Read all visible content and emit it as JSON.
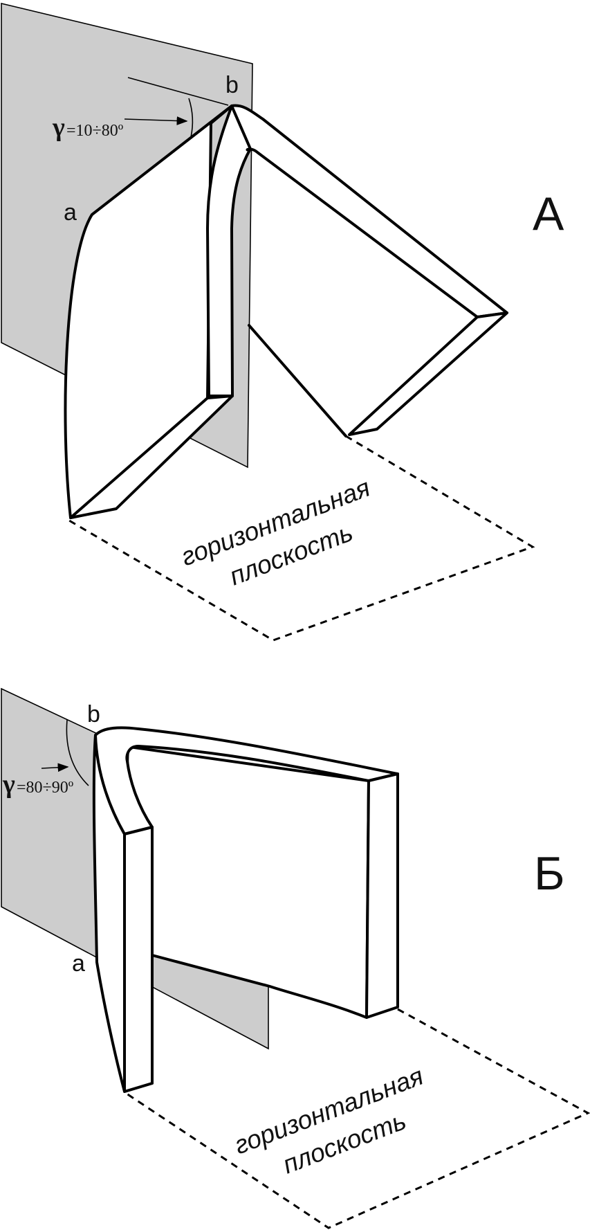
{
  "panel_a": {
    "label": "А",
    "point_a": "a",
    "point_b": "b",
    "angle_symbol": "γ",
    "angle_text": "=10÷80º",
    "plane_line1": "горизонтальная",
    "plane_line2": "плоскость"
  },
  "panel_b": {
    "label": "Б",
    "point_a": "a",
    "point_b": "b",
    "angle_symbol": "γ",
    "angle_text": "=80÷90º",
    "plane_line1": "горизонтальная",
    "plane_line2": "плоскость"
  },
  "colors": {
    "plane_fill": "#cdcdcd",
    "outline": "#000000",
    "background": "#ffffff"
  }
}
